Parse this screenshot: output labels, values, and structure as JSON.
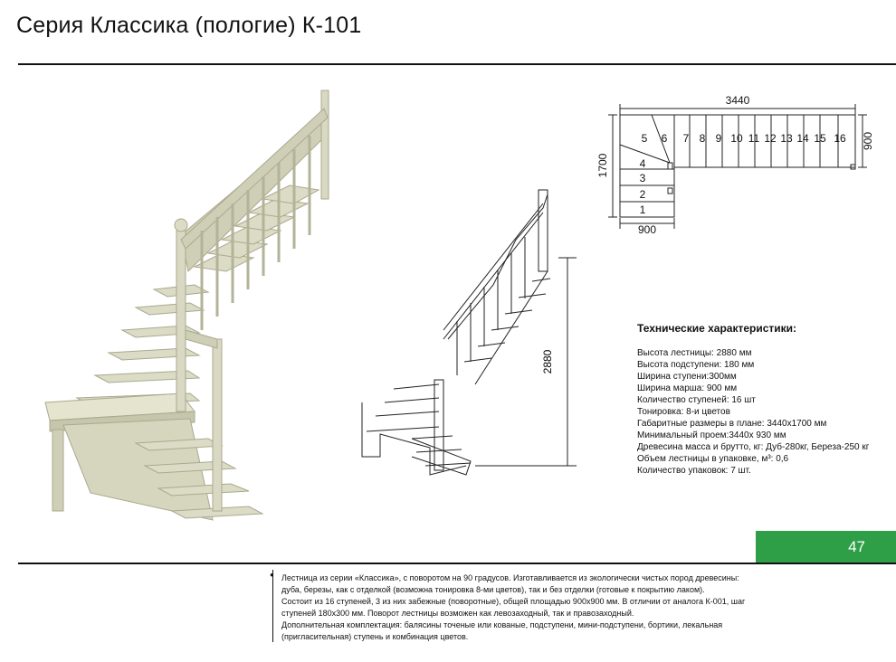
{
  "header": {
    "title": "Серия Классика (пологие) К-101"
  },
  "plan": {
    "width_label": "3440",
    "depth_label": "1700",
    "right_label": "900",
    "bottom_label": "900",
    "steps": [
      "1",
      "2",
      "3",
      "4",
      "5",
      "6",
      "7",
      "8",
      "9",
      "10",
      "11",
      "12",
      "13",
      "14",
      "15",
      "16"
    ]
  },
  "sketch": {
    "height_label": "2880"
  },
  "specs": {
    "heading": "Технические характеристики:",
    "items": [
      "Высота лестницы: 2880 мм",
      "Высота подступени: 180 мм",
      "Ширина ступени:300мм",
      "Ширина марша: 900 мм",
      "Количество ступеней: 16 шт",
      "Тонировка: 8-и цветов",
      "Габаритные размеры в плане: 3440х1700 мм",
      "Минимальный проем:3440х 930 мм",
      "Древесина масса и брутто, кг: Дуб-280кг, Береза-250 кг",
      "Объем лестницы в упаковке, м³: 0,6",
      "Количество упаковок: 7 шт."
    ]
  },
  "page_number": "47",
  "description": {
    "lines": [
      "Лестница из серии «Классика», с поворотом на 90 градусов. Изготавливается из экологически чистых пород древесины:",
      "дуба, березы, как с отделкой (возможна тонировка 8-ми цветов), так и без отделки (готовые к покрытию лаком).",
      "Состоит из 16 ступеней, 3 из них забежные (поворотные), общей площадью 900х900 мм. В отличии от аналога К-001, шаг",
      "ступеней 180х300 мм. Поворот лестницы возможен как левозаходный, так и правозаходный.",
      "Дополнительная комплектация: балясины точеные или кованые, подступени, мини-подступени, бортики, лекальная",
      "(пригласительная) ступень и комбинация цветов."
    ]
  },
  "colors": {
    "accent": "#2e9e47",
    "wood": "#dcdcc6",
    "wood_dark": "#b9b99f",
    "line": "#111111"
  }
}
